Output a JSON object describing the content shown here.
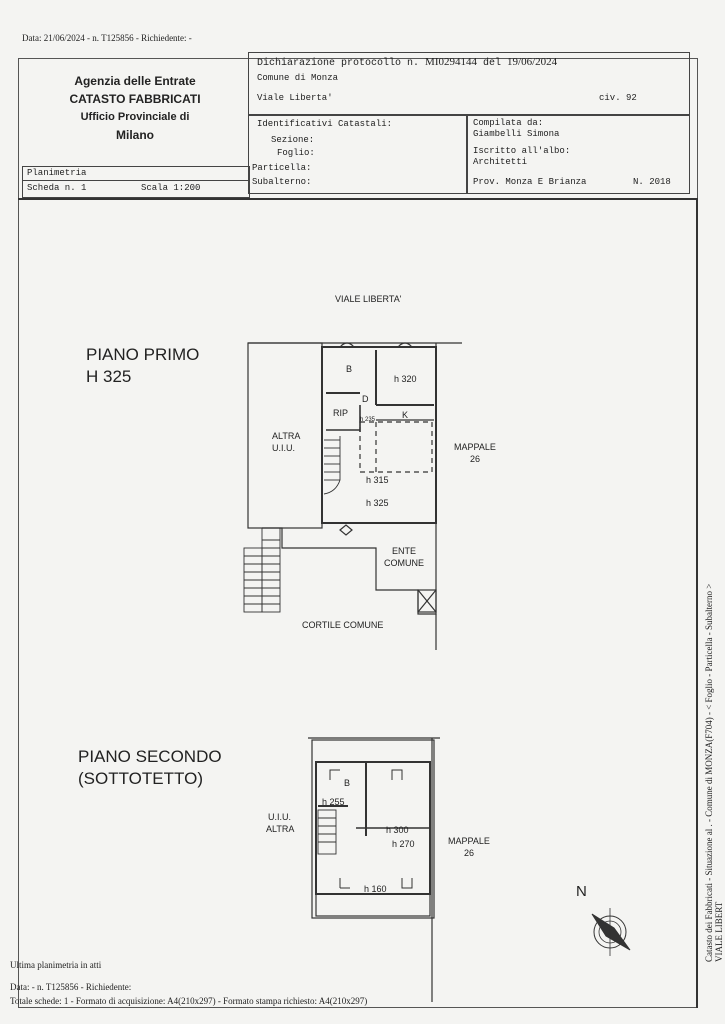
{
  "top_line": "Data: 21/06/2024 - n. T125856 - Richiedente: -",
  "agency": {
    "line1": "Agenzia delle Entrate",
    "line2": "CATASTO FABBRICATI",
    "line3": "Ufficio Provinciale di",
    "line4": "Milano"
  },
  "declaration": {
    "label": "Dichiarazione protocollo n.",
    "number": "MI0294144",
    "del_label": "del",
    "date": "19/06/2024",
    "comune": "Comune di Monza",
    "street": "Viale Liberta'",
    "civ": "civ. 92"
  },
  "identifiers": {
    "title": "Identificativi Catastali:",
    "sezione": "Sezione:",
    "foglio": "Foglio:",
    "particella": "Particella:",
    "subalterno": "Subalterno:"
  },
  "compiler": {
    "compilata_label": "Compilata da:",
    "name": "Giambelli Simona",
    "iscritto_label": "Iscritto all'albo:",
    "albo": "Architetti",
    "prov": "Prov. Monza E Brianza",
    "number": "N. 2018"
  },
  "sheet": {
    "planimetria": "Planimetria",
    "scheda": "Scheda n. 1",
    "scala": "Scala 1:200"
  },
  "plan1": {
    "street": "VIALE LIBERTA'",
    "title1": "PIANO PRIMO",
    "title2": "H 325",
    "b": "B",
    "h320": "h 320",
    "d": "D",
    "rip": "RIP",
    "h235": "h 235",
    "k": "K",
    "altra1": "ALTRA",
    "altra2": "U.I.U.",
    "mappale1": "MAPPALE",
    "mappale2": "26",
    "h315": "h 315",
    "h325": "h 325",
    "ente1": "ENTE",
    "ente2": "COMUNE",
    "cortile": "CORTILE COMUNE"
  },
  "plan2": {
    "title1": "PIANO SECONDO",
    "title2": "(SOTTOTETTO)",
    "b": "B",
    "h255": "h 255",
    "uiu1": "U.I.U.",
    "uiu2": "ALTRA",
    "h300": "h 300",
    "h270": "h 270",
    "h160": "h 160",
    "mappale1": "MAPPALE",
    "mappale2": "26",
    "north": "N"
  },
  "side_text": "Catasto dei Fabbricati - Situazione al . - Comune di MONZA(F704) - < Foglio - Particella - Subalterno >",
  "side_text_2": "VIALE LIBERT",
  "footer": {
    "line1": "Ultima planimetria in atti",
    "line2": "Data: - n. T125856 - Richiedente:",
    "line3": "Totale schede: 1 - Formato di acquisizione: A4(210x297) - Formato stampa richiesto: A4(210x297)"
  }
}
